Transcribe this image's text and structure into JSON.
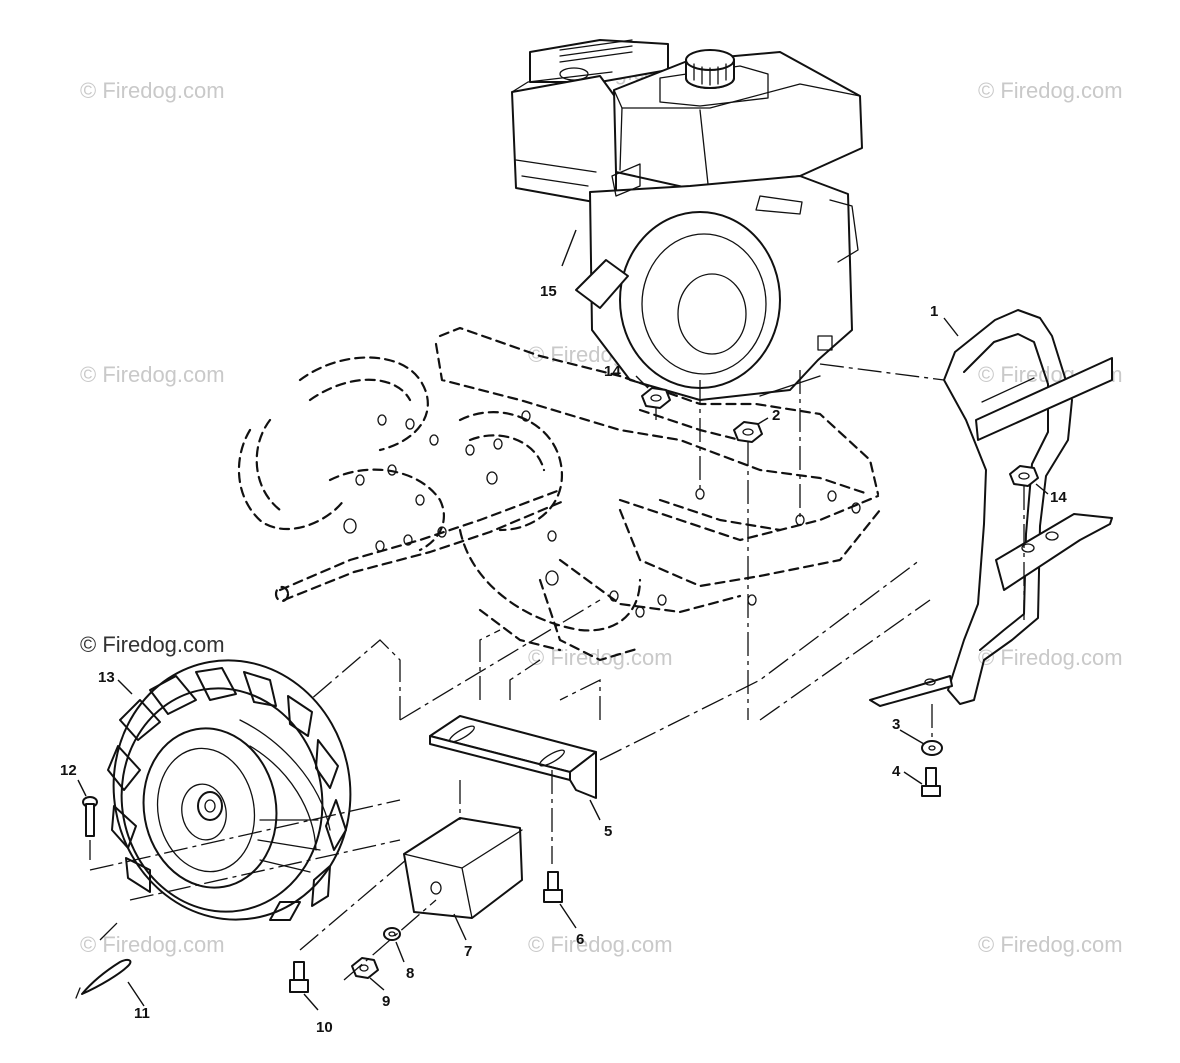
{
  "watermark": {
    "text": "© Firedog.com"
  },
  "callouts": {
    "c1": "1",
    "c2": "2",
    "c3": "3",
    "c4": "4",
    "c5": "5",
    "c6": "6",
    "c7": "7",
    "c8": "8",
    "c9": "9",
    "c10": "10",
    "c11": "11",
    "c12": "12",
    "c13": "13",
    "c14a": "14",
    "c14b": "14",
    "c15": "15"
  },
  "colors": {
    "line": "#111111",
    "watermark": "#c9c9c9",
    "background": "#ffffff"
  }
}
